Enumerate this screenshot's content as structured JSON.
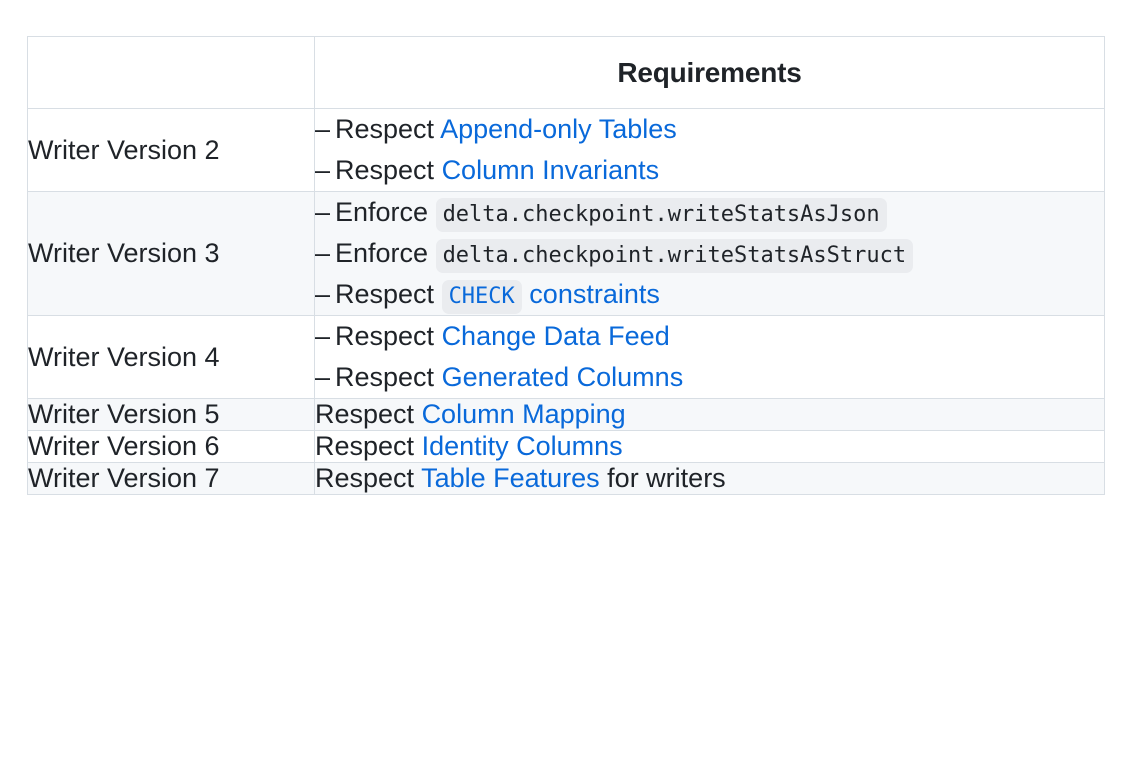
{
  "table": {
    "columns": [
      {
        "key": "version",
        "header": ""
      },
      {
        "key": "requirements",
        "header": "Requirements"
      }
    ],
    "link_color": "#0969da",
    "text_color": "#1f2328",
    "border_color": "#d8dee4",
    "shaded_row_color": "#f6f8fa",
    "code_background": "#eaecef",
    "rows": [
      {
        "version": "Writer Version 2",
        "shaded": false,
        "lines": [
          {
            "dash": "–",
            "prefix": "Respect ",
            "link": "Append-only Tables",
            "suffix": ""
          },
          {
            "dash": "–",
            "prefix": "Respect ",
            "link": "Column Invariants",
            "suffix": ""
          }
        ]
      },
      {
        "version": "Writer Version 3",
        "shaded": true,
        "lines": [
          {
            "dash": "–",
            "prefix": "Enforce ",
            "code": "delta.checkpoint.writeStatsAsJson",
            "suffix": ""
          },
          {
            "dash": "–",
            "prefix": "Enforce ",
            "code": "delta.checkpoint.writeStatsAsStruct",
            "suffix": ""
          },
          {
            "dash": "–",
            "prefix": "Respect ",
            "code_link": "CHECK",
            "link": " constraints",
            "suffix": ""
          }
        ]
      },
      {
        "version": "Writer Version 4",
        "shaded": false,
        "lines": [
          {
            "dash": "–",
            "prefix": "Respect ",
            "link": "Change Data Feed",
            "suffix": ""
          },
          {
            "dash": "–",
            "prefix": "Respect ",
            "link": "Generated Columns",
            "suffix": ""
          }
        ]
      },
      {
        "version": "Writer Version 5",
        "shaded": true,
        "lines": [
          {
            "dash": "",
            "prefix": "Respect ",
            "link": "Column Mapping",
            "suffix": ""
          }
        ]
      },
      {
        "version": "Writer Version 6",
        "shaded": false,
        "lines": [
          {
            "dash": "",
            "prefix": "Respect ",
            "link": "Identity Columns",
            "suffix": ""
          }
        ]
      },
      {
        "version": "Writer Version 7",
        "shaded": true,
        "lines": [
          {
            "dash": "",
            "prefix": "Respect ",
            "link": "Table Features",
            "suffix": " for writers"
          }
        ]
      }
    ]
  }
}
